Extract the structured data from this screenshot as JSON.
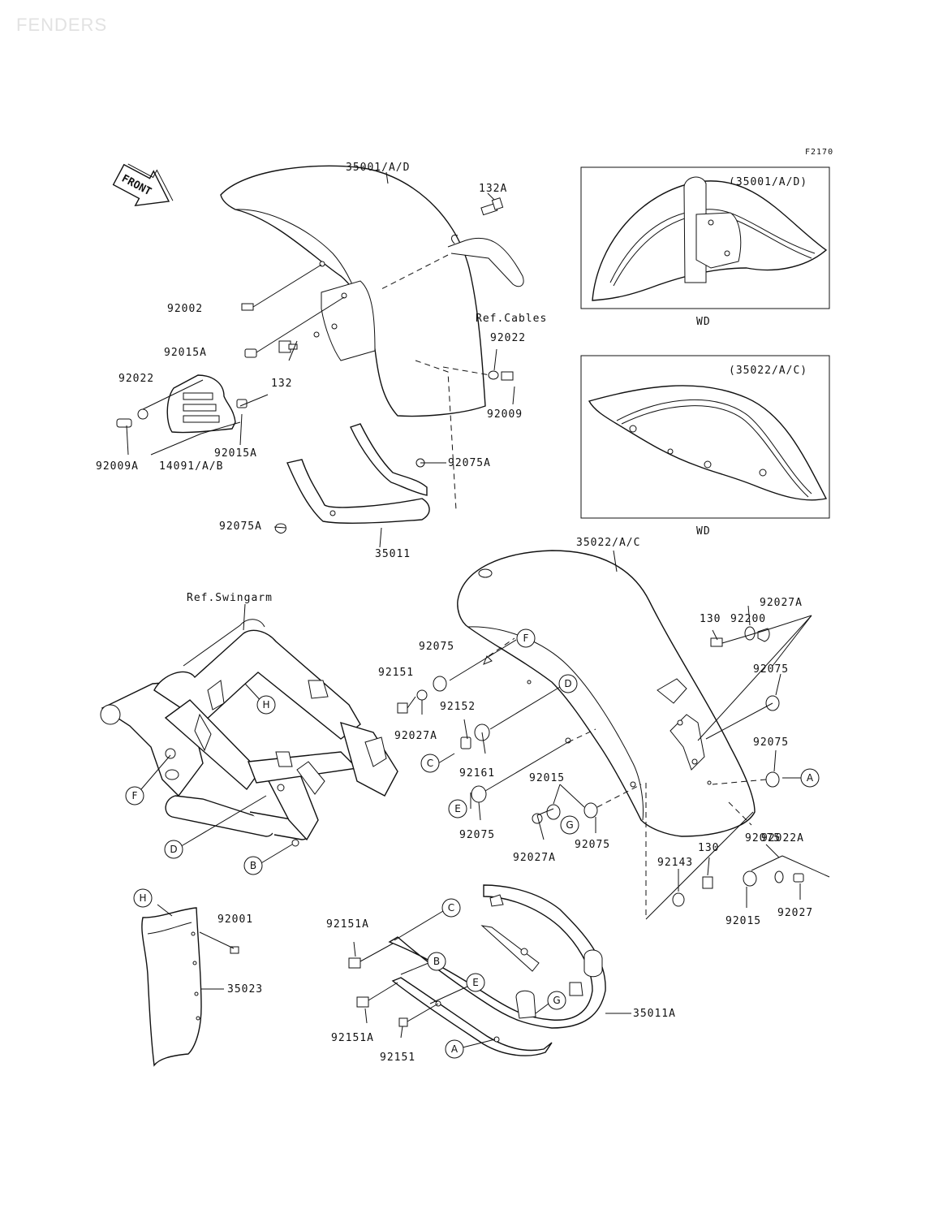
{
  "header": {
    "watermark": "FENDERS",
    "figure_code": "F2170"
  },
  "front_arrow": {
    "text": "FRONT"
  },
  "insets": [
    {
      "title": "(35001/A/D)",
      "caption": "WD"
    },
    {
      "title": "(35022/A/C)",
      "caption": "WD"
    }
  ],
  "part_labels": [
    "35001/A/D",
    "132A",
    "92002",
    "Ref.Cables",
    "92022",
    "92015A",
    "132",
    "92022",
    "92009",
    "92009A",
    "14091/A/B",
    "92015A",
    "92075A",
    "92075A",
    "35011",
    "35022/A/C",
    "Ref.Swingarm",
    "92027A",
    "92200",
    "130",
    "92075",
    "92151",
    "92075",
    "92027A",
    "92152",
    "92075",
    "92161",
    "92075",
    "92015",
    "92075",
    "92027A",
    "92075",
    "92022A",
    "92143",
    "130",
    "92015",
    "92027",
    "92001",
    "35023",
    "92151A",
    "35011A",
    "92151A",
    "92151"
  ],
  "callout_letters": [
    "F",
    "D",
    "H",
    "F",
    "D",
    "B",
    "C",
    "E",
    "G",
    "A",
    "H",
    "C",
    "B",
    "E",
    "G",
    "A"
  ],
  "icons": [
    "front-arrow-icon",
    "front-fender-part",
    "rear-fender-part",
    "swingarm-part",
    "fender-stay-part",
    "flap-part",
    "mudguard-part"
  ]
}
